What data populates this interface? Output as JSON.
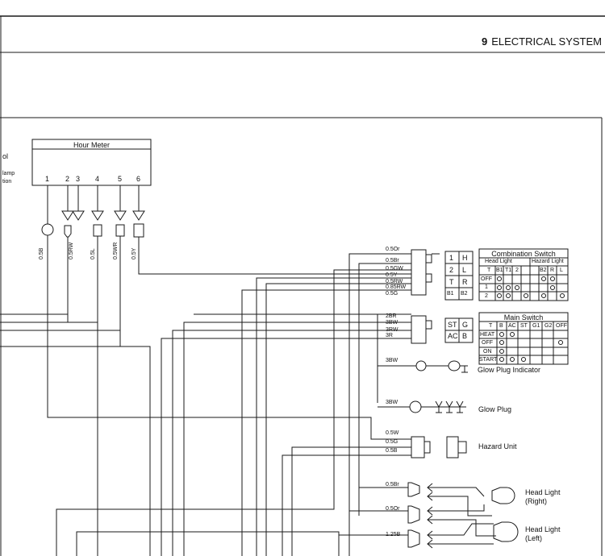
{
  "header": {
    "chapter_number": "9",
    "chapter_title": "ELECTRICAL SYSTEM"
  },
  "left_edge_fragments": [
    "ol",
    "lamp",
    "tion"
  ],
  "hour_meter": {
    "title": "Hour Meter",
    "pins": [
      "1",
      "2",
      "3",
      "4",
      "5",
      "6"
    ],
    "wires": [
      "0.5B",
      "0.5RW",
      "0.5L",
      "0.5WR",
      "0.5Y"
    ]
  },
  "combination_connector": {
    "wires": [
      "0.5Or",
      "0.5Br",
      "0.5GW",
      "0.5Y",
      "0.5RW",
      "0.85RW",
      "0.5G"
    ]
  },
  "combination_terminals": [
    "1",
    "H",
    "2",
    "L",
    "T",
    "R",
    "B1",
    "B2"
  ],
  "combination_switch": {
    "title": "Combination Switch",
    "groups": [
      "Head Light",
      "Hazard Light"
    ],
    "columns": [
      "T",
      "B1",
      "T1",
      "2",
      "B2",
      "R",
      "L"
    ],
    "rows": [
      "OFF",
      "1",
      "2"
    ]
  },
  "main_connector": {
    "wires": [
      "2BR",
      "3BW",
      "3RW",
      "3R"
    ]
  },
  "main_terminals": [
    "ST",
    "G",
    "AC",
    "B"
  ],
  "main_switch": {
    "title": "Main Switch",
    "columns": [
      "T",
      "B",
      "AC",
      "ST",
      "G1",
      "G2",
      "OFF"
    ],
    "rows": [
      "HEAT",
      "OFF",
      "ON",
      "START"
    ]
  },
  "glow_plug_indicator": {
    "wire": "3BW",
    "label": "Glow Plug Indicator"
  },
  "glow_plug": {
    "wire": "3BW",
    "label": "Glow Plug"
  },
  "hazard_unit": {
    "wires": [
      "0.5W",
      "0.5G",
      "0.5B"
    ],
    "label": "Hazard Unit"
  },
  "head_light_right": {
    "wire": "0.5Br",
    "label_line1": "Head Light",
    "label_line2": "(Right)"
  },
  "head_light_left": {
    "wire": "0.5Or",
    "wire2": "1.25B",
    "label_line1": "Head Light",
    "label_line2": "(Left)"
  }
}
